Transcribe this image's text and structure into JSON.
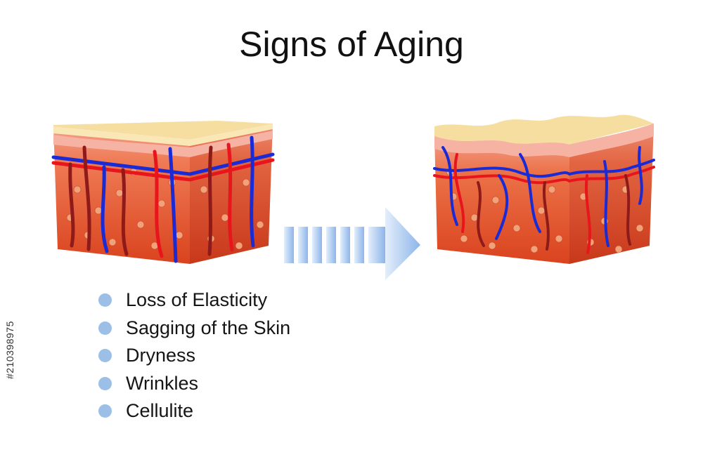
{
  "title": "Signs of Aging",
  "side_text": "#210398975",
  "colors": {
    "epidermis": "#f6dea0",
    "dermis_top": "#f3a08e",
    "tissue": "#e0572a",
    "tissue_dark": "#b8361b",
    "artery": "#e8161c",
    "vein": "#1a2bd6",
    "vessel_dark": "#8e1a1a",
    "bullet": "#9bbfe6",
    "arrow": "#8db5ea"
  },
  "panels": {
    "before": {
      "name": "young-skin-cross-section"
    },
    "after": {
      "name": "aged-skin-cross-section"
    }
  },
  "arrow_icon": "right-arrow-icon",
  "signs": [
    "Loss of Elasticity",
    "Sagging of the Skin",
    "Dryness",
    "Wrinkles",
    "Cellulite"
  ]
}
